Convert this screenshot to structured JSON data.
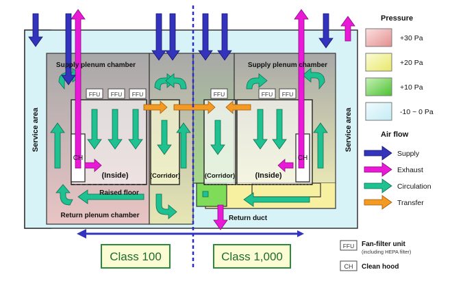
{
  "diagram": {
    "service_area_label": "Service area",
    "supply_plenum_label": "Supply plenum chamber",
    "return_plenum_label": "Return plenum chamber",
    "return_duct_label": "Return duct",
    "raised_floor_label": "Raised floor",
    "inside_label": "(Inside)",
    "corridor_label": "(Corridor)",
    "ffu_label": "FFU",
    "ch_label": "CH",
    "class_left": "Class 100",
    "class_right": "Class 1,000"
  },
  "legend": {
    "pressure_title": "Pressure",
    "pressure_items": [
      {
        "label": "+30 Pa",
        "color": "#f0b0b0"
      },
      {
        "label": "+20 Pa",
        "color": "#f2f29a"
      },
      {
        "label": "+10 Pa",
        "color": "#7fdc58"
      },
      {
        "label": "-10 ~ 0 Pa",
        "color": "#d8f3f8"
      }
    ],
    "airflow_title": "Air flow",
    "airflow_items": [
      {
        "label": "Supply",
        "color": "#3333bb"
      },
      {
        "label": "Exhaust",
        "color": "#e81ad6"
      },
      {
        "label": "Circulation",
        "color": "#1fc191"
      },
      {
        "label": "Transfer",
        "color": "#f39a25"
      }
    ],
    "ffu_title": "Fan-filter unit",
    "ffu_note": "(including HEPA filter)",
    "ch_title": "Clean hood"
  }
}
